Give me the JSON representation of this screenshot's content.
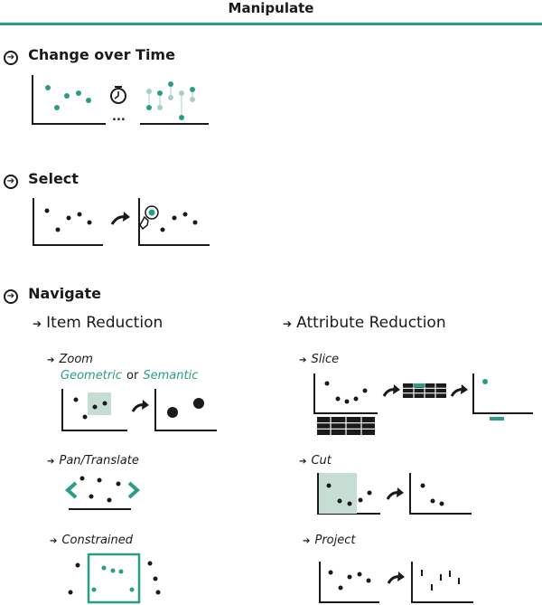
{
  "header": {
    "title": "Manipulate",
    "accent": "#2a9d86"
  },
  "sections": {
    "change": {
      "title": "Change over Time",
      "ellipsis": "..."
    },
    "select": {
      "title": "Select"
    },
    "navigate": {
      "title": "Navigate"
    }
  },
  "navigate": {
    "item_reduction": {
      "title": "Item Reduction",
      "zoom": {
        "label": "Zoom",
        "geometric": "Geometric",
        "or": "or",
        "semantic": "Semantic"
      },
      "pan": {
        "label": "Pan/Translate"
      },
      "constrained": {
        "label": "Constrained"
      }
    },
    "attribute_reduction": {
      "title": "Attribute Reduction",
      "slice": {
        "label": "Slice"
      },
      "cut": {
        "label": "Cut"
      },
      "project": {
        "label": "Project"
      }
    }
  },
  "icons": [
    "circle-arrow-right-icon",
    "small-arrow-right-icon",
    "clock-icon",
    "curved-arrow-icon",
    "pointer-hand-icon",
    "chevron-left-icon",
    "chevron-right-icon"
  ],
  "colors": {
    "teal": "#2a9d86",
    "light_teal": "#c6ddd4",
    "faded_teal": "#a9cfc4",
    "dark": "#1a1a1a"
  }
}
